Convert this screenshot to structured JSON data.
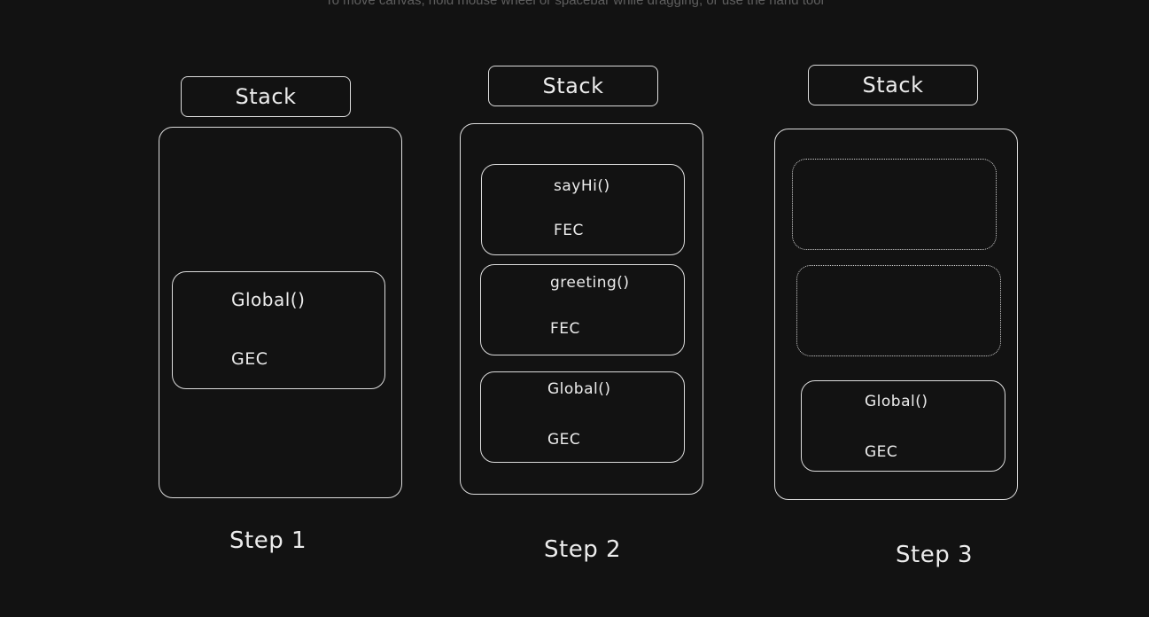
{
  "canvas_hint": "To move canvas, hold mouse wheel or spacebar while dragging, or use the hand tool",
  "steps": [
    {
      "header": "Stack",
      "caption": "Step 1",
      "frames": [
        {
          "title": "Global()",
          "context": "GEC"
        }
      ]
    },
    {
      "header": "Stack",
      "caption": "Step 2",
      "frames": [
        {
          "title": "sayHi()",
          "context": "FEC"
        },
        {
          "title": "greeting()",
          "context": "FEC"
        },
        {
          "title": "Global()",
          "context": "GEC"
        }
      ]
    },
    {
      "header": "Stack",
      "caption": "Step 3",
      "frames": [
        {
          "title": "Global()",
          "context": "GEC"
        }
      ]
    }
  ]
}
